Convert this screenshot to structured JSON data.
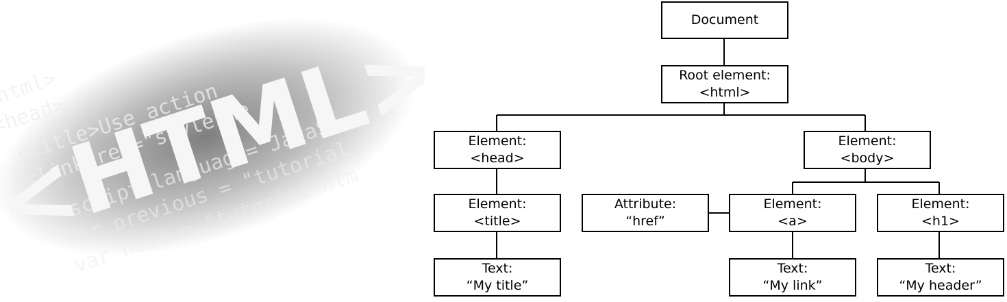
{
  "illustration": {
    "big_word": "<HTML>",
    "code_lines": [
      "<html>",
      "<head>",
      "<title>Use action",
      "<link rel=\"styleshe",
      "<script language=\"JavaS",
      "var previous = \"tutorial",
      "var next = \"tutorial.htm"
    ]
  },
  "tree": {
    "nodes": {
      "document": {
        "line1": "Document",
        "line2": ""
      },
      "root": {
        "line1": "Root element:",
        "line2": "<html>"
      },
      "head": {
        "line1": "Element:",
        "line2": "<head>"
      },
      "body": {
        "line1": "Element:",
        "line2": "<body>"
      },
      "title": {
        "line1": "Element:",
        "line2": "<title>"
      },
      "attribute": {
        "line1": "Attribute:",
        "line2": "“href”"
      },
      "a": {
        "line1": "Element:",
        "line2": "<a>"
      },
      "h1": {
        "line1": "Element:",
        "line2": "<h1>"
      },
      "text_title": {
        "line1": "Text:",
        "line2": "“My title”"
      },
      "text_link": {
        "line1": "Text:",
        "line2": "“My link”"
      },
      "text_header": {
        "line1": "Text:",
        "line2": "“My header”"
      }
    }
  }
}
